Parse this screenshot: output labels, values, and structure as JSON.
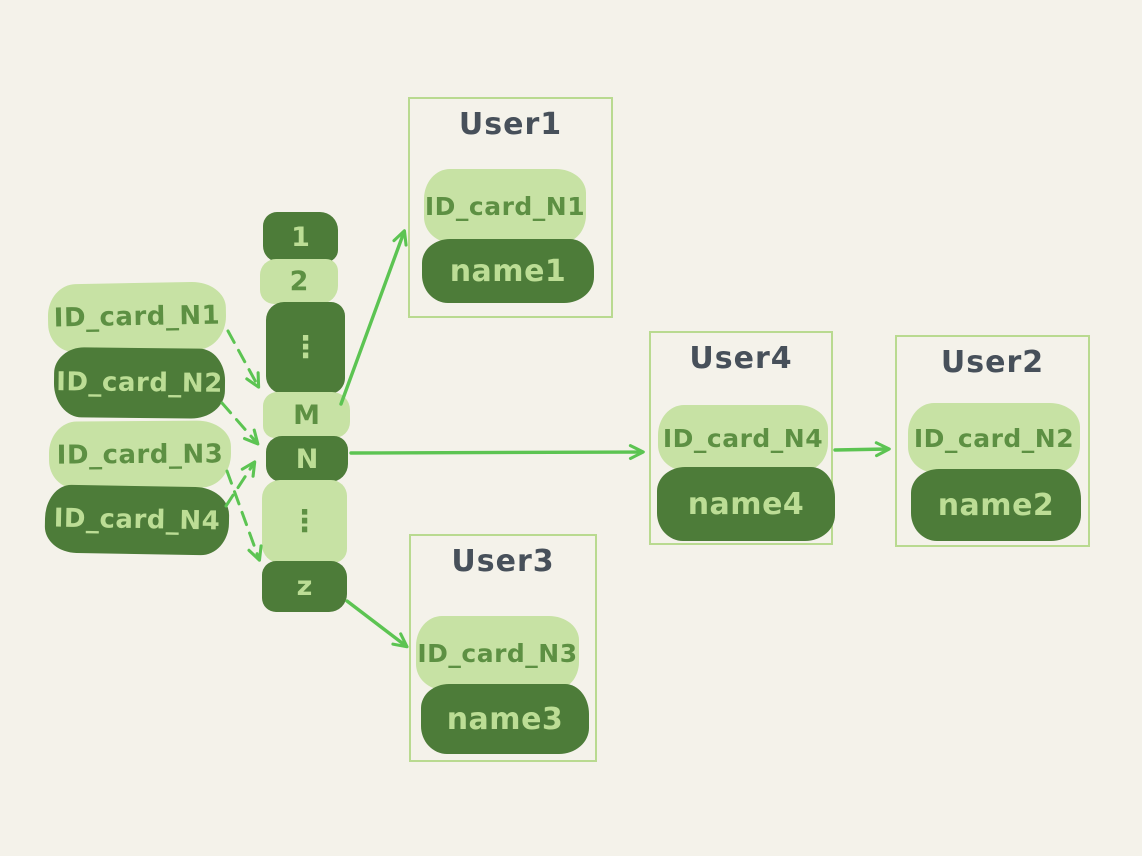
{
  "diagram": {
    "kind": "hash-table mapping of ID cards to user records"
  },
  "colors": {
    "background": "#f4f2ea",
    "pill_dark": "#4d7c39",
    "pill_light": "#c7e2a4",
    "text_on_dark": "#bcdd95",
    "text_on_light": "#5d9043",
    "box_border": "#b9da90",
    "title_text": "#47505a",
    "arrow": "#5cc452"
  },
  "source_cards": [
    {
      "label": "ID_card_N1",
      "variant": "light"
    },
    {
      "label": "ID_card_N2",
      "variant": "dark"
    },
    {
      "label": "ID_card_N3",
      "variant": "light"
    },
    {
      "label": "ID_card_N4",
      "variant": "dark"
    }
  ],
  "hash_buckets": [
    {
      "label": "1",
      "variant": "dark"
    },
    {
      "label": "2",
      "variant": "light"
    },
    {
      "label": "⋮",
      "variant": "dark"
    },
    {
      "label": "M",
      "variant": "light"
    },
    {
      "label": "N",
      "variant": "dark"
    },
    {
      "label": "⋮",
      "variant": "light"
    },
    {
      "label": "z",
      "variant": "dark"
    }
  ],
  "users": [
    {
      "title": "User1",
      "id_card": "ID_card_N1",
      "name": "name1"
    },
    {
      "title": "User4",
      "id_card": "ID_card_N4",
      "name": "name4"
    },
    {
      "title": "User2",
      "id_card": "ID_card_N2",
      "name": "name2"
    },
    {
      "title": "User3",
      "id_card": "ID_card_N3",
      "name": "name3"
    }
  ],
  "edges": [
    {
      "from": "ID_card_N1",
      "to": "bucket M",
      "style": "dashed"
    },
    {
      "from": "ID_card_N2",
      "to": "bucket N",
      "style": "dashed"
    },
    {
      "from": "ID_card_N3",
      "to": "bucket z",
      "style": "dashed"
    },
    {
      "from": "ID_card_N4",
      "to": "bucket N",
      "style": "dashed"
    },
    {
      "from": "bucket M",
      "to": "User1",
      "style": "solid"
    },
    {
      "from": "bucket N",
      "to": "User4",
      "style": "solid"
    },
    {
      "from": "bucket z",
      "to": "User3",
      "style": "solid"
    },
    {
      "from": "User4",
      "to": "User2",
      "style": "solid"
    }
  ]
}
